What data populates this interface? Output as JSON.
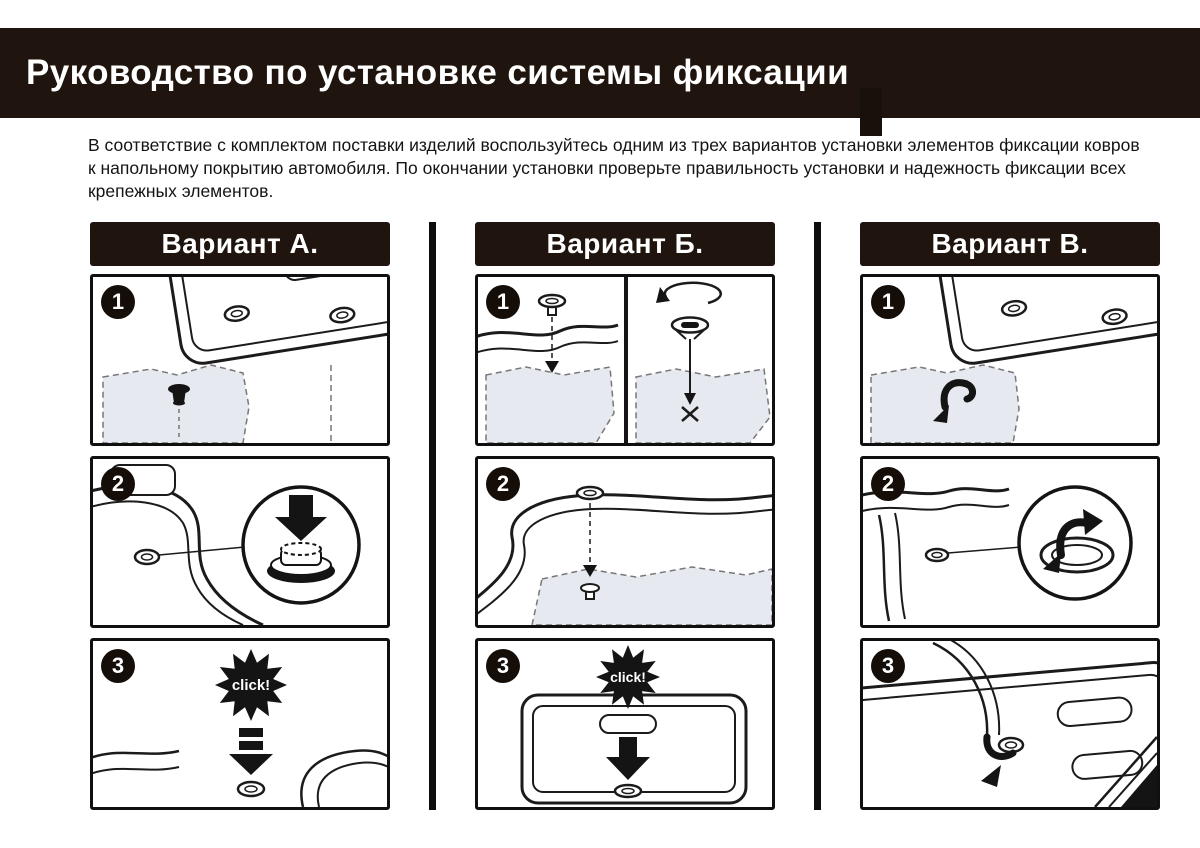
{
  "header": {
    "title": "Руководство по установке системы фиксации"
  },
  "intro": {
    "text": "В соответствие с комплектом поставки изделий воспользуйтесь одним из трех вариантов установки элементов фиксации ковров к напольному покрытию автомобиля. По окончании установки проверьте правильность установки и надежность фиксации всех крепежных элементов."
  },
  "variants": [
    {
      "label": "Вариант А.",
      "steps": [
        {
          "number": "1"
        },
        {
          "number": "2"
        },
        {
          "number": "3"
        }
      ]
    },
    {
      "label": "Вариант Б.",
      "steps": [
        {
          "number": "1"
        },
        {
          "number": "2"
        },
        {
          "number": "3"
        }
      ]
    },
    {
      "label": "Вариант В.",
      "steps": [
        {
          "number": "1"
        },
        {
          "number": "2"
        },
        {
          "number": "3"
        }
      ]
    }
  ],
  "labels": {
    "click": "click!"
  },
  "colors": {
    "header_bg": "#20150e",
    "panel_border": "#101010",
    "carpet_fill": "#e6e9ef",
    "ink": "#1b1b1b"
  }
}
